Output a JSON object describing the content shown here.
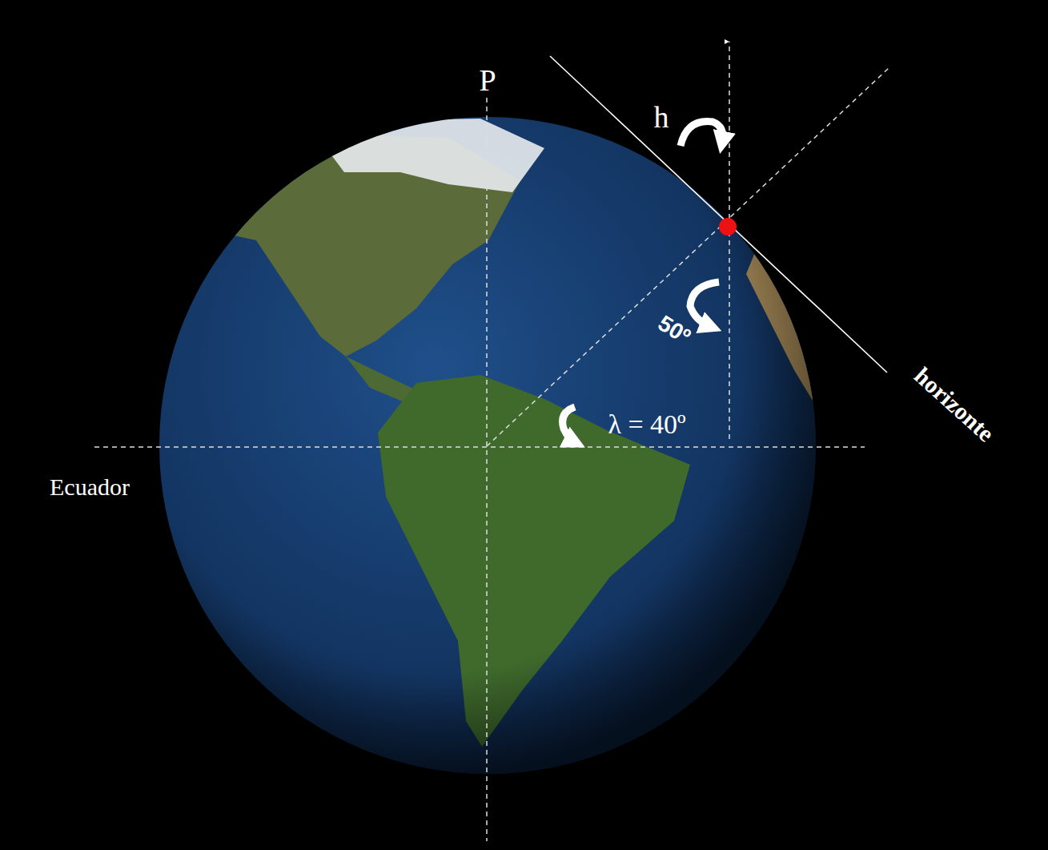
{
  "diagram": {
    "labels": [
      "P",
      "h",
      "50º",
      "λ = 40º",
      "Ecuador",
      "horizonte"
    ]
  }
}
